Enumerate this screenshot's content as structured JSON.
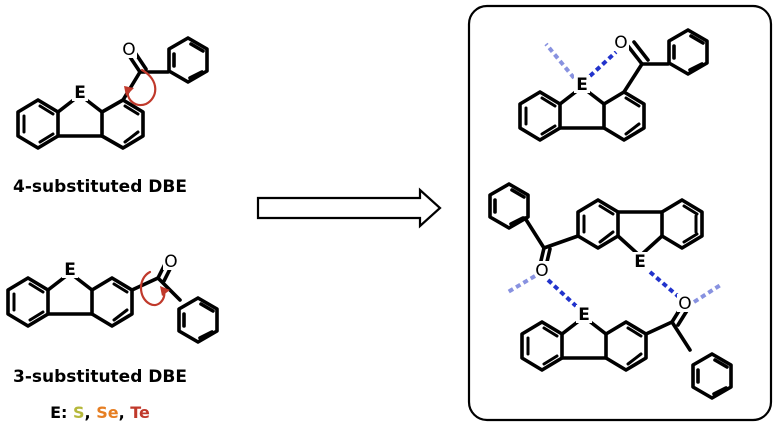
{
  "atoms": {
    "heteroatom": "E",
    "oxygen": "O"
  },
  "captions": {
    "four_substituted": "4-substituted DBE",
    "three_substituted": "3-substituted DBE"
  },
  "legend": {
    "prefix": "E: ",
    "sep1": ", ",
    "sep2": ", ",
    "elements": [
      {
        "symbol": "S",
        "color": "#b5b83a"
      },
      {
        "symbol": "Se",
        "color": "#e67e22"
      },
      {
        "symbol": "Te",
        "color": "#c0392b"
      }
    ]
  },
  "colors": {
    "rotation_arrow": "#c0392b",
    "interaction_dark": "#2233cc",
    "interaction_light": "#8892e0"
  }
}
